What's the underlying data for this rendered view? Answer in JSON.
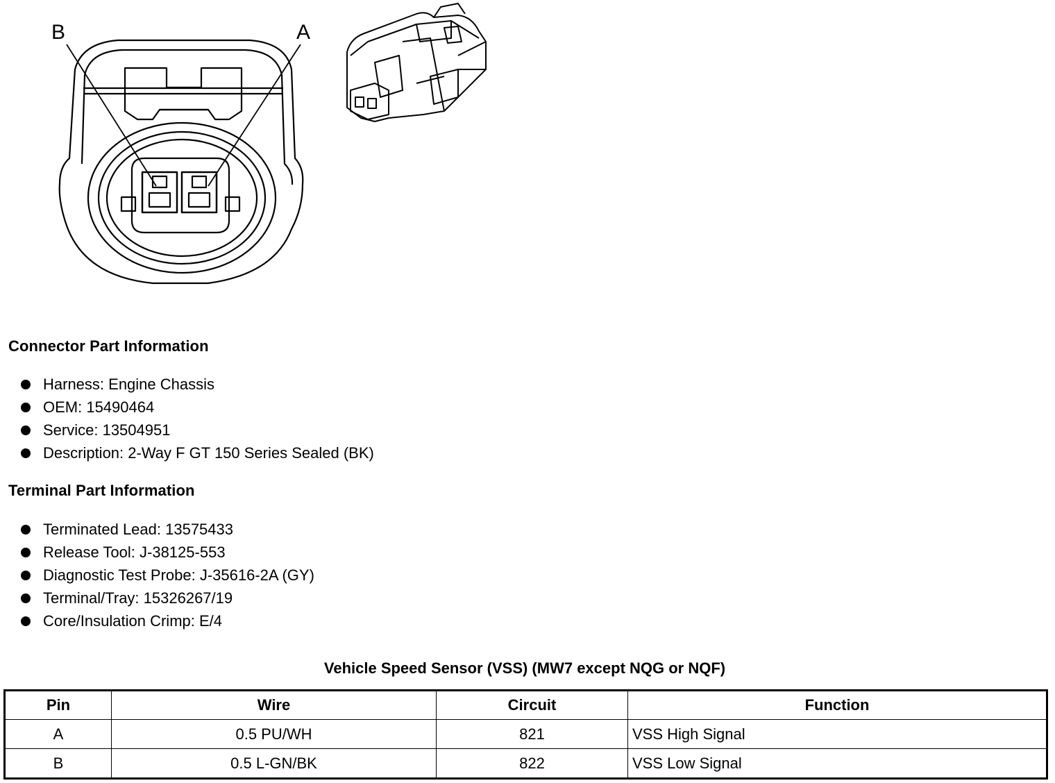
{
  "figure": {
    "label_b": "B",
    "label_a": "A"
  },
  "connector": {
    "heading": "Connector Part Information",
    "items": [
      "Harness: Engine Chassis",
      "OEM: 15490464",
      "Service: 13504951",
      "Description: 2-Way F GT 150 Series Sealed (BK)"
    ]
  },
  "terminal": {
    "heading": "Terminal Part Information",
    "items": [
      "Terminated Lead: 13575433",
      "Release Tool: J-38125-553",
      "Diagnostic Test Probe: J-35616-2A (GY)",
      "Terminal/Tray: 15326267/19",
      "Core/Insulation Crimp: E/4"
    ]
  },
  "table": {
    "title": "Vehicle Speed Sensor (VSS) (MW7 except NQG or NQF)",
    "headers": [
      "Pin",
      "Wire",
      "Circuit",
      "Function"
    ],
    "rows": [
      [
        "A",
        "0.5 PU/WH",
        "821",
        "VSS High Signal"
      ],
      [
        "B",
        "0.5 L-GN/BK",
        "822",
        "VSS Low Signal"
      ]
    ]
  }
}
